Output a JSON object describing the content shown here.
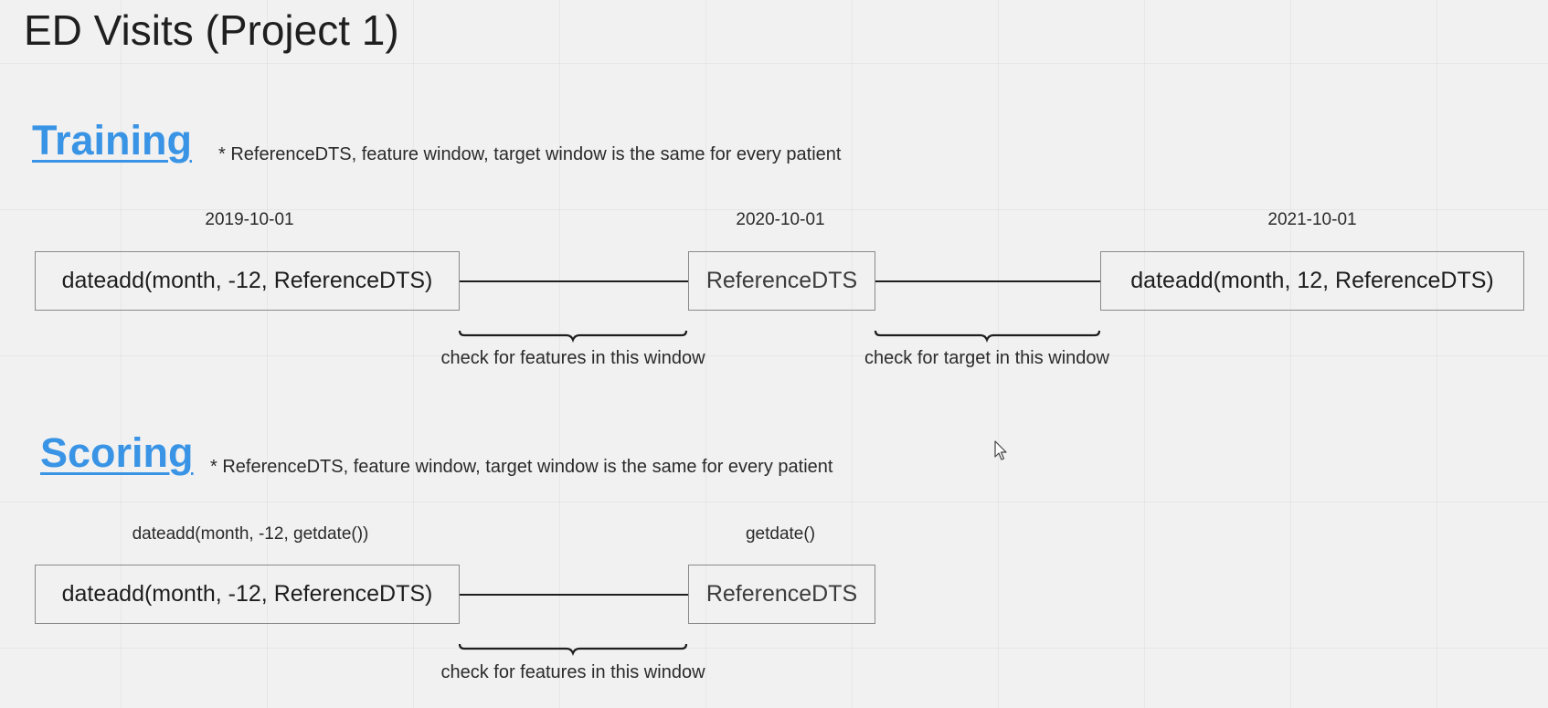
{
  "page_title": "ED Visits (Project 1)",
  "training": {
    "heading": "Training",
    "note": "* ReferenceDTS, feature window, target window is the same for every patient",
    "dates": [
      "2019-10-01",
      "2020-10-01",
      "2021-10-01"
    ],
    "nodes": [
      "dateadd(month, -12, ReferenceDTS)",
      "ReferenceDTS",
      "dateadd(month, 12, ReferenceDTS)"
    ],
    "windows": [
      "check for features in this window",
      "check for target in this window"
    ]
  },
  "scoring": {
    "heading": "Scoring",
    "note": "* ReferenceDTS, feature window, target window is the same for every patient",
    "dates": [
      "dateadd(month, -12, getdate())",
      "getdate()"
    ],
    "nodes": [
      "dateadd(month, -12, ReferenceDTS)",
      "ReferenceDTS"
    ],
    "windows": [
      "check for features in this window"
    ]
  },
  "icons": {
    "cursor": "mouse-pointer-icon"
  },
  "colors": {
    "heading": "#3a94e5",
    "background": "#f1f1f1",
    "border": "#8a8a8a"
  }
}
